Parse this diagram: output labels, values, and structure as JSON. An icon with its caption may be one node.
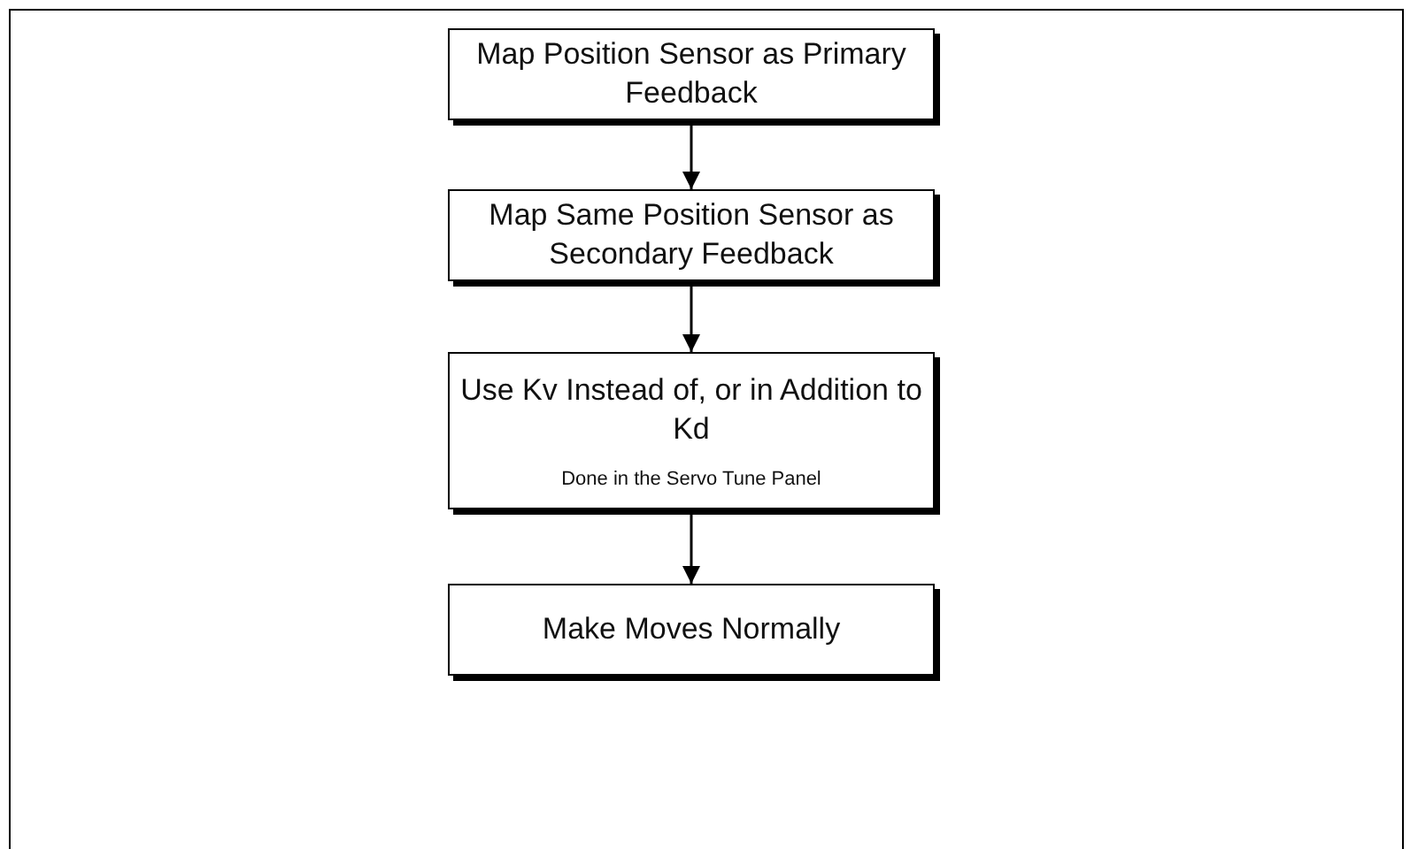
{
  "diagram": {
    "nodes": [
      {
        "text": [
          "Map Position Sensor as Primary Feedback"
        ]
      },
      {
        "text": [
          "Map Same Position Sensor as Secondary Feedback"
        ]
      },
      {
        "text": [
          "Use Kv Instead of, or in Addition to Kd",
          "Done in the Servo Tune Panel"
        ]
      },
      {
        "text": [
          "Make Moves Normally"
        ]
      }
    ],
    "edges": [
      {
        "from": 0,
        "to": 1,
        "arrow": "to"
      },
      {
        "from": 1,
        "to": 2,
        "arrow": "to"
      },
      {
        "from": 2,
        "to": 3,
        "arrow": "to"
      }
    ]
  }
}
